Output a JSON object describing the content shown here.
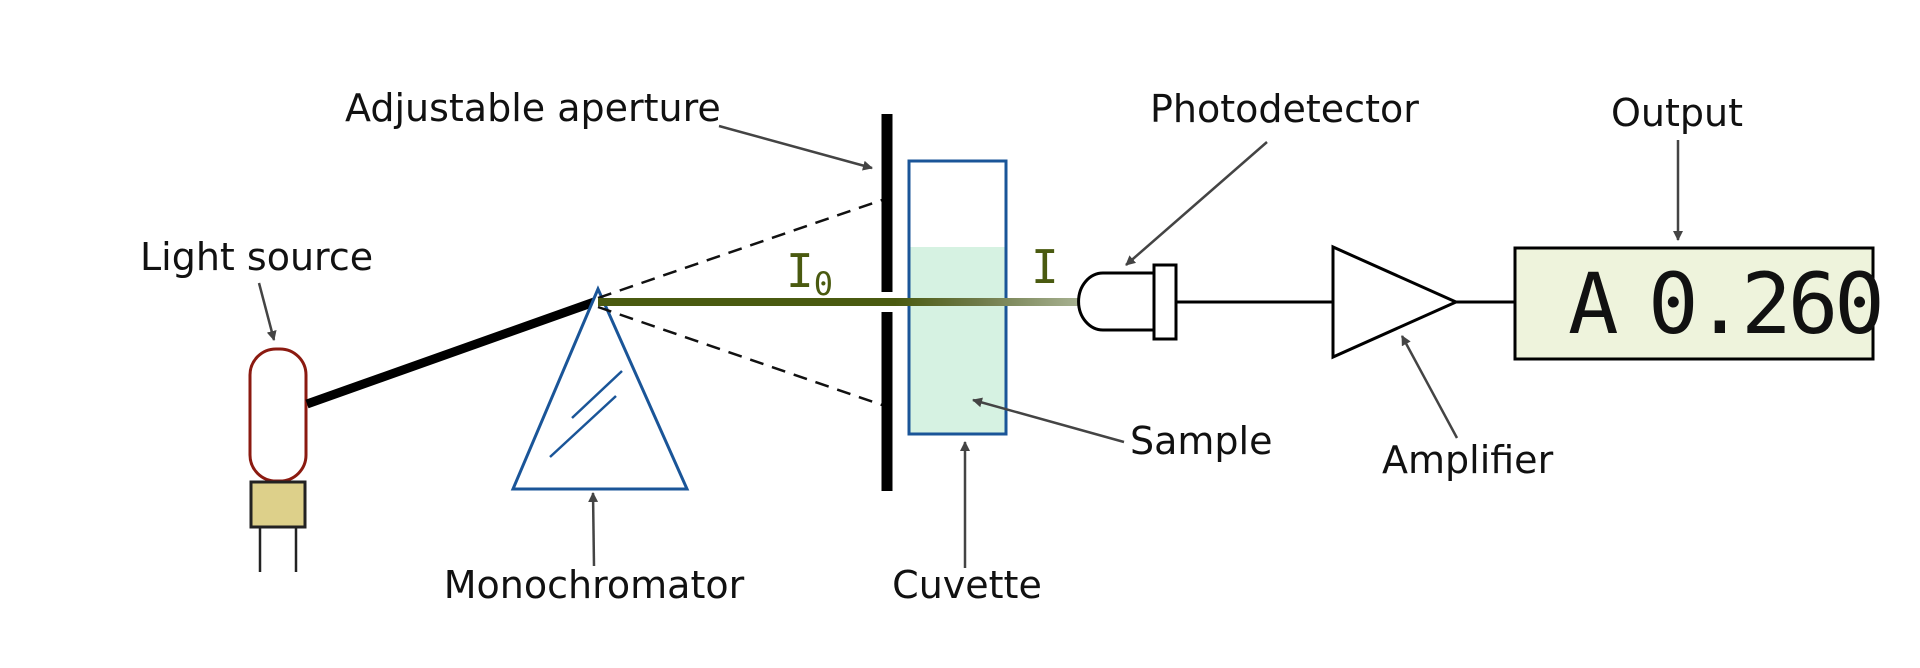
{
  "labels": {
    "light_source": "Light source",
    "adjustable_aperture": "Adjustable aperture",
    "monochromator": "Monochromator",
    "cuvette": "Cuvette",
    "sample": "Sample",
    "photodetector": "Photodetector",
    "amplifier": "Amplifier",
    "output": "Output"
  },
  "symbols": {
    "incident_intensity": "I",
    "incident_subscript": "0",
    "transmitted_intensity": "I"
  },
  "display": {
    "unit": "A",
    "value": "0.260"
  },
  "colors": {
    "lamp_outline": "#8b1a10",
    "lamp_base": "#ddd08a",
    "prism_and_cuvette": "#1a5598",
    "sample_fill": "#d6f2e2",
    "beam_incident": "#4a5a10",
    "beam_transmitted": "#a8b292",
    "display_background": "#eef3dc"
  }
}
